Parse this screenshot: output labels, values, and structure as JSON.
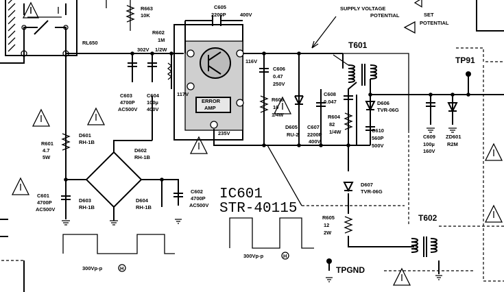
{
  "labels": {
    "r663": "R663",
    "r663_val": "10K",
    "c605": "C605",
    "c605_val": "2200P",
    "c605_volt": "400V",
    "supply1": "SUPPLY VOLTAGE",
    "supply2": "POTENTIAL",
    "set1": "SET",
    "set2": "POTENTIAL",
    "rl650": "RL650",
    "r602": "R602",
    "r602_val": "1M",
    "v302": "302V",
    "v302_w": "1/2W",
    "v116": "116V",
    "t601": "T601",
    "tp91": "TP91",
    "c603": "C603",
    "c603_v1": "4700P",
    "c603_v2": "AC500V",
    "c604": "C604",
    "c604_v1": "100µ",
    "c604_v2": "400V",
    "c606": "C606",
    "c606_v1": "0.47",
    "c606_v2": "250V",
    "v117": "117V",
    "err1": "ERROR",
    "err2": "AMP",
    "c608": "C608",
    "c608_v1": "0.047",
    "r608": "R608",
    "r608_v1": "10",
    "r608_v2": "1/4W",
    "d605": "D605",
    "d605_v": "RU-2",
    "c607": "C607",
    "c607_v1": "2200P",
    "c607_v2": "400V",
    "r604": "R604",
    "r604_v1": "82",
    "r604_v2": "1/4W",
    "d606": "D606",
    "d606_v": "TVR-06G",
    "c610": "C610",
    "c610_v1": "560P",
    "c610_v2": "500V",
    "c609": "C609",
    "c609_v1": "100µ",
    "c609_v2": "160V",
    "zd601": "ZD601",
    "zd601_v": "R2M",
    "v235": "235V",
    "r601": "R601",
    "r601_v1": "4.7",
    "r601_v2": "5W",
    "d601": "D601",
    "d601_v": "RH-1B",
    "d602": "D602",
    "d602_v": "RH-1B",
    "d603": "D603",
    "d603_v": "RH-1B",
    "d604": "D604",
    "d604_v": "RH-1B",
    "c601": "C601",
    "c601_v1": "4700P",
    "c601_v2": "AC500V",
    "c602": "C602",
    "c602_v1": "4700P",
    "c602_v2": "AC500V",
    "ic601": "IC601",
    "ic601_v": "STR-40115",
    "d607": "D607",
    "d607_v": "TVR-06G",
    "r605": "R605",
    "r605_v1": "12",
    "r605_v2": "2W",
    "t602": "T602",
    "vpp1": "300Vp-p",
    "vpp2": "300Vp-p",
    "mark_h": "H",
    "tpgnd": "TPGND"
  }
}
